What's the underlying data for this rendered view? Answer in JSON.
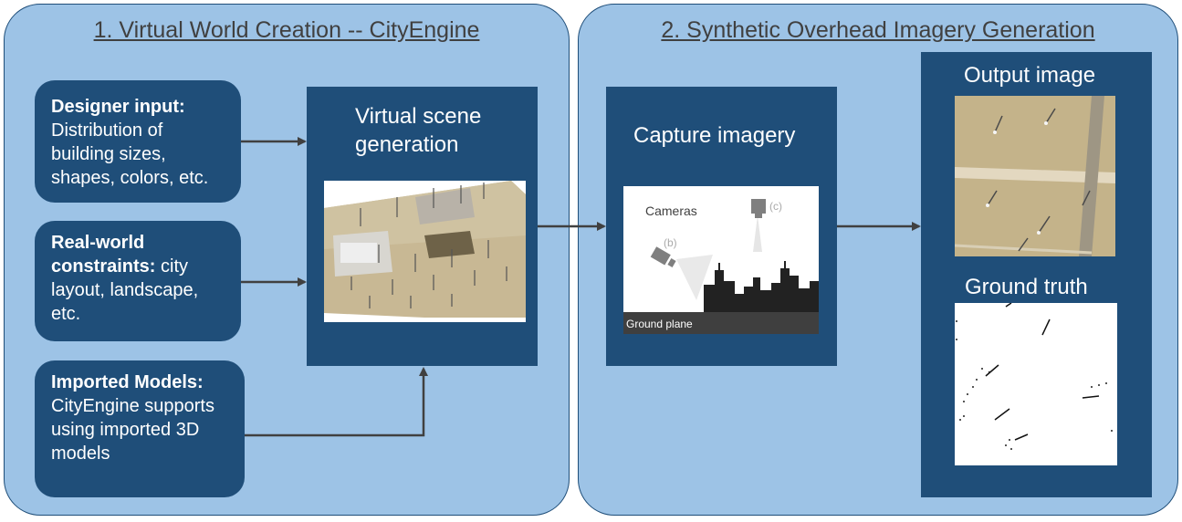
{
  "panel1": {
    "title": "1. Virtual World Creation -- CityEngine"
  },
  "panel2": {
    "title": "2. Synthetic Overhead Imagery Generation"
  },
  "inputs": [
    {
      "heading": "Designer input:",
      "text": "Distribution of building sizes, shapes, colors, etc."
    },
    {
      "heading": "Real-world constraints:",
      "text": "city layout, landscape, etc."
    },
    {
      "heading": "Imported Models:",
      "text": "CityEngine supports using imported 3D models"
    }
  ],
  "scene": {
    "title": "Virtual scene generation"
  },
  "capture": {
    "title": "Capture imagery",
    "cameras_label": "Cameras",
    "cam_b": "(b)",
    "cam_c": "(c)",
    "ground_label": "Ground plane"
  },
  "output": {
    "title": "Output image",
    "truth_title": "Ground truth"
  },
  "colors": {
    "panel_bg": "#9dc3e6",
    "box_bg": "#1f4e79",
    "arrow": "#404040"
  }
}
